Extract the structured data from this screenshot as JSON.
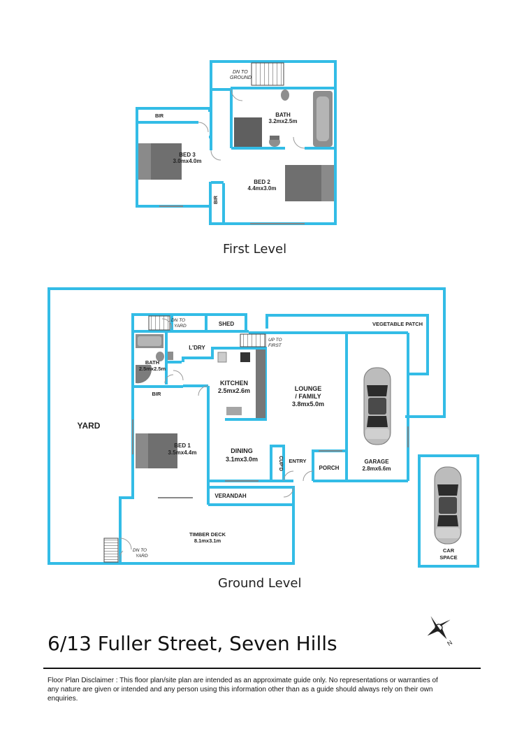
{
  "address": "6/13 Fuller Street, Seven Hills",
  "disclaimer": "Floor Plan Disclaimer : This floor plan/site plan are intended as an approximate guide only. No representations or warranties of any nature are given or intended and any person using this information other than as a guide should always rely on their own enquiries.",
  "colors": {
    "wall": "#33bce6",
    "fixture": "#7a7a7a",
    "dark_fixture": "#555555",
    "text": "#222222"
  },
  "first_level": {
    "title": "First Level",
    "stair_label": {
      "line1": "DN TO",
      "line2": "GROUND"
    },
    "bath": {
      "name": "BATH",
      "size": "3.2mx2.5m"
    },
    "bed3": {
      "name": "BED 3",
      "size": "3.0mx4.0m"
    },
    "bed2": {
      "name": "BED 2",
      "size": "4.4mx3.0m"
    },
    "bir_top": "BIR",
    "bir_side": "BIR"
  },
  "ground_level": {
    "title": "Ground Level",
    "yard": "YARD",
    "dn_to_yard_top": {
      "line1": "DN TO",
      "line2": "YARD"
    },
    "shed": "SHED",
    "vegetable_patch": "VEGETABLE PATCH",
    "up_to_first": {
      "line1": "UP TO",
      "line2": "FIRST"
    },
    "laundry": "L'DRY",
    "bath": {
      "name": "BATH",
      "size": "2.5mx2.5m"
    },
    "kitchen": {
      "name": "KITCHEN",
      "size": "2.5mx2.6m"
    },
    "lounge": {
      "name1": "LOUNGE",
      "name2": "/ FAMILY",
      "size": "3.8mx5.0m"
    },
    "bir": "BIR",
    "bed1": {
      "name": "BED 1",
      "size": "3.5mx4.4m"
    },
    "dining": {
      "name": "DINING",
      "size": "3.1mx3.0m"
    },
    "cupboard": "CUP'D",
    "entry": "ENTRY",
    "porch": "PORCH",
    "garage": {
      "name": "GARAGE",
      "size": "2.8mx6.6m"
    },
    "verandah": "VERANDAH",
    "timber_deck": {
      "name": "TIMBER DECK",
      "size": "8.1mx3.1m"
    },
    "dn_to_yard_bottom": {
      "line1": "DN TO",
      "line2": "YARD"
    },
    "car_space": {
      "line1": "CAR",
      "line2": "SPACE"
    }
  }
}
